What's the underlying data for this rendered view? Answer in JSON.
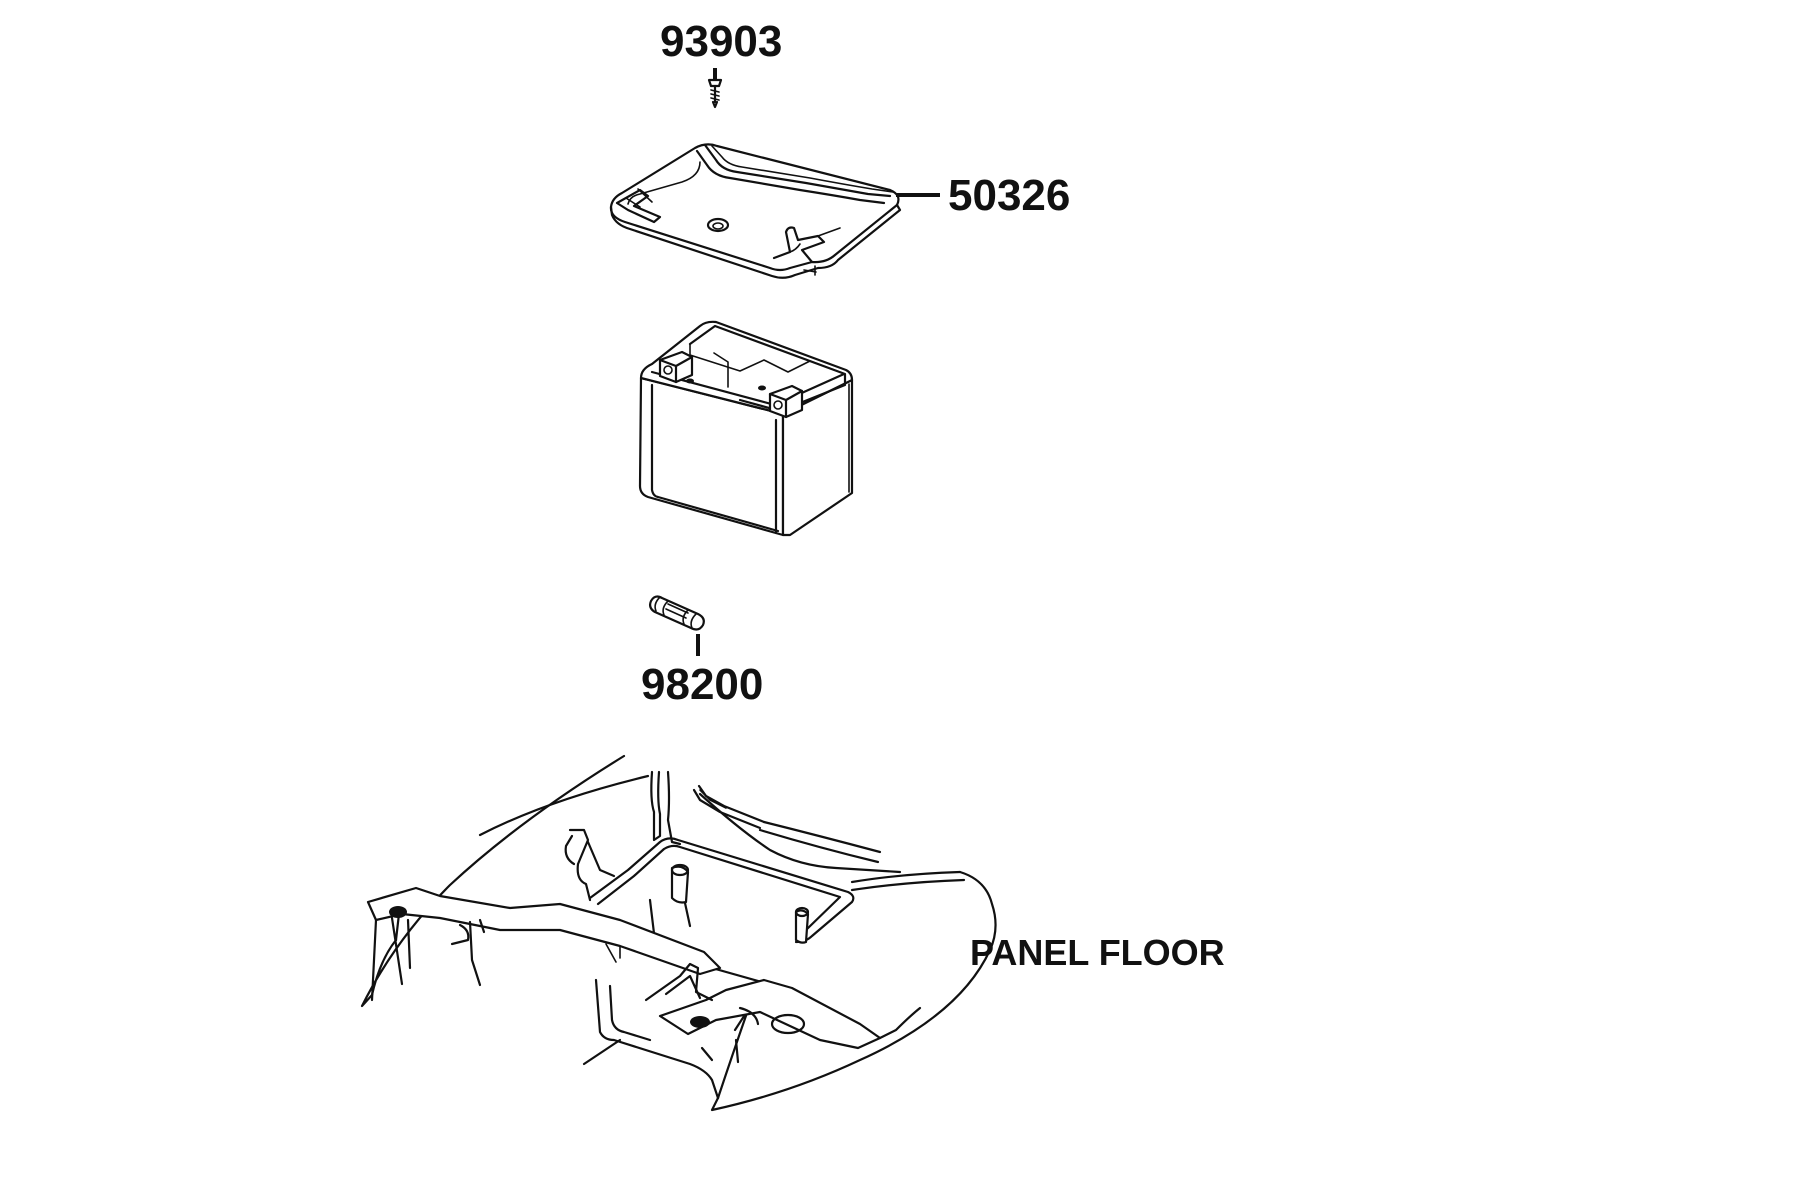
{
  "parts": {
    "screw": {
      "number": "93903",
      "icon": "screw-icon"
    },
    "cover": {
      "number": "50326",
      "icon": "battery-cover-icon"
    },
    "battery": {
      "icon": "battery-icon"
    },
    "fuse": {
      "number": "98200",
      "icon": "fuse-icon"
    }
  },
  "panel_floor": {
    "label": "PANEL FLOOR",
    "icon": "panel-floor-icon"
  },
  "colors": {
    "ink": "#111111",
    "background": "#ffffff"
  }
}
